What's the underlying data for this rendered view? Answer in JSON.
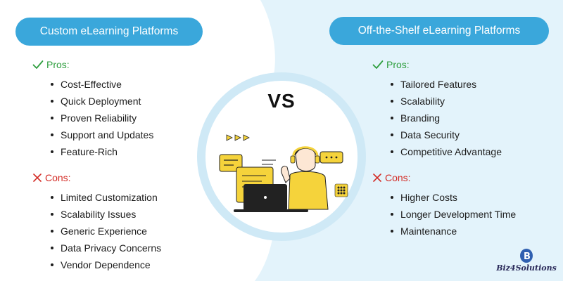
{
  "left_panel": {
    "title": "Custom eLearning Platforms",
    "pros_label": "Pros:",
    "pros": [
      "Cost-Effective",
      "Quick Deployment",
      "Proven Reliability",
      "Support and Updates",
      "Feature-Rich"
    ],
    "cons_label": "Cons:",
    "cons": [
      "Limited Customization",
      "Scalability Issues",
      "Generic Experience",
      "Data Privacy Concerns",
      "Vendor Dependence"
    ]
  },
  "right_panel": {
    "title": "Off-the-Shelf eLearning Platforms",
    "pros_label": "Pros:",
    "pros": [
      "Tailored Features",
      "Scalability",
      "Branding",
      "Data Security",
      "Competitive Advantage"
    ],
    "cons_label": "Cons:",
    "cons": [
      "Higher Costs",
      "Longer Development Time",
      "Maintenance"
    ]
  },
  "center": {
    "vs_label": "VS"
  },
  "logo": {
    "text": "Biz4Solutions"
  },
  "colors": {
    "accent": "#3aa7db",
    "pros": "#2e9e3e",
    "cons": "#d32a24",
    "illustration_yellow": "#f5d33b",
    "right_bg": "#e3f3fb"
  },
  "icons": {
    "pros": "check-icon",
    "cons": "cross-icon",
    "illustration": "person-at-laptop-illustration"
  }
}
